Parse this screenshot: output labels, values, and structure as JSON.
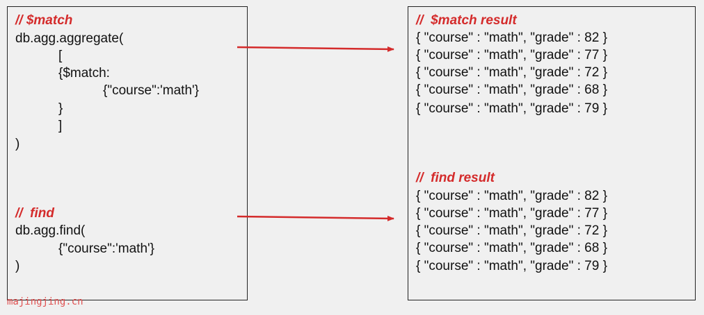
{
  "left": {
    "match_comment": "// $match",
    "aggregate_lines": [
      "db.agg.aggregate(",
      "[",
      "{$match:",
      "{\"course\":'math'}",
      "}",
      "]",
      ")"
    ],
    "find_comment": "//  find",
    "find_lines": [
      "db.agg.find(",
      "{\"course\":'math'}",
      ")"
    ]
  },
  "right": {
    "match_result_title": "//  $match result",
    "match_results": [
      "{ \"course\" : \"math\", \"grade\" : 82 }",
      "{ \"course\" : \"math\", \"grade\" : 77 }",
      "{ \"course\" : \"math\", \"grade\" : 72 }",
      "{ \"course\" : \"math\", \"grade\" : 68 }",
      "{ \"course\" : \"math\", \"grade\" : 79 }"
    ],
    "find_result_title": "//  find result",
    "find_results": [
      "{ \"course\" : \"math\", \"grade\" : 82 }",
      "{ \"course\" : \"math\", \"grade\" : 77 }",
      "{ \"course\" : \"math\", \"grade\" : 72 }",
      "{ \"course\" : \"math\", \"grade\" : 68 }",
      "{ \"course\" : \"math\", \"grade\" : 79 }"
    ]
  },
  "watermark": "majingjing.cn",
  "colors": {
    "comment": "#d42b2b",
    "arrow": "#d42b2b"
  }
}
